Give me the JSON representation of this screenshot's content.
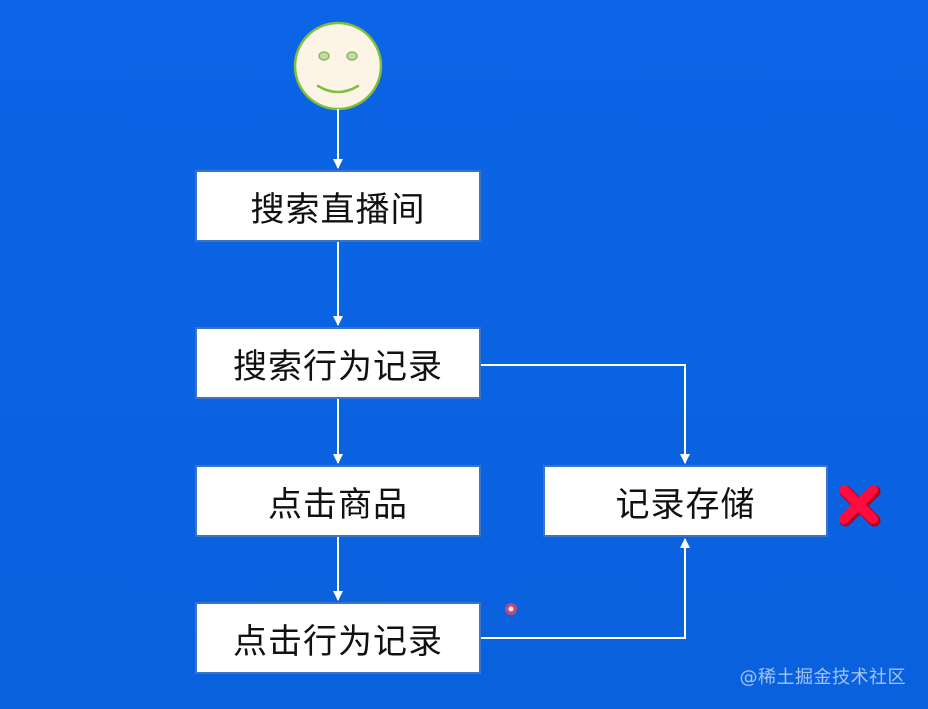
{
  "nodes": {
    "search_room": "搜索直播间",
    "search_log": "搜索行为记录",
    "click_item": "点击商品",
    "click_log": "点击行为记录",
    "storage": "记录存储"
  },
  "watermark": "@稀土掘金技术社区",
  "icons": {
    "start": "smiley-face-icon",
    "status": "cross-icon",
    "cursor": "cursor-dot-icon"
  },
  "colors": {
    "background": "#0a63e2",
    "box_fill": "#ffffff",
    "box_border": "#3a74c9",
    "connector": "#ffffff",
    "smiley_fill": "#fdf4e8",
    "smiley_stroke": "#7fbf3a",
    "cross": "#ff0b3d"
  }
}
